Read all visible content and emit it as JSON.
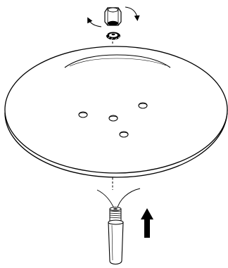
{
  "diagram": {
    "subject": "canopy-mounting-assembly",
    "parts": [
      {
        "id": "hex-nut",
        "icon": "hex-nut-icon"
      },
      {
        "id": "lock-washer",
        "icon": "lock-washer-icon"
      },
      {
        "id": "canopy",
        "icon": "canopy-dome-icon"
      },
      {
        "id": "center-hole",
        "icon": "hole-icon"
      },
      {
        "id": "mounting-holes",
        "icon": "hole-icon",
        "count": 3
      },
      {
        "id": "threaded-pipe",
        "icon": "threaded-pipe-icon"
      },
      {
        "id": "wires",
        "icon": "wire-icon",
        "count": 2
      }
    ],
    "indicators": [
      {
        "id": "rotate-arrows",
        "icon": "rotate-arrow-icon",
        "meaning": "tighten-nut"
      },
      {
        "id": "insert-arrow",
        "icon": "arrow-up-icon",
        "meaning": "insert-upward"
      },
      {
        "id": "alignment-line",
        "icon": "dashed-line-icon",
        "meaning": "alignment-axis"
      }
    ],
    "colors": {
      "stroke": "#000000",
      "fill": "#ffffff"
    }
  }
}
